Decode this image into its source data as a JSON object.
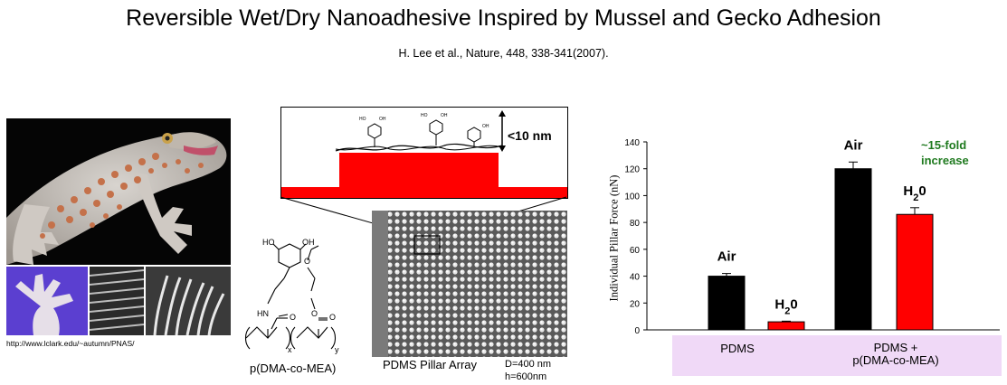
{
  "title": "Reversible Wet/Dry Nanoadhesive Inspired by Mussel and Gecko Adhesion",
  "citation": "H. Lee et al., Nature, 448, 338-341(2007).",
  "photos": {
    "credit": "http://www.lclark.edu/~autumn/PNAS/"
  },
  "inset": {
    "height_label": "<10 nm",
    "catechol_labels": [
      "HO",
      "OH"
    ]
  },
  "structure": {
    "label": "p(DMA-co-MEA)",
    "ho": "HO",
    "oh": "OH",
    "hn": "HN",
    "o1": "O",
    "o2": "O",
    "o3": "O",
    "sub_x": "x",
    "sub_y": "y"
  },
  "sem": {
    "label": "PDMS Pillar Array",
    "dim_d": "D=400 nm",
    "dim_h": "h=600nm"
  },
  "colors": {
    "red": "#ff0000",
    "black": "#000000",
    "band": "#f0d9f7",
    "green": "#1f7a1f"
  },
  "chart_data": {
    "type": "bar",
    "ylabel": "Individual Pillar Force (nN)",
    "ylim": [
      0,
      140
    ],
    "yticks": [
      0,
      20,
      40,
      60,
      80,
      100,
      120,
      140
    ],
    "categories": [
      "PDMS",
      "PDMS + p(DMA-co-MEA)"
    ],
    "series": [
      {
        "name": "Air",
        "color": "#000000",
        "values": [
          40,
          120
        ],
        "errors": [
          2,
          5
        ]
      },
      {
        "name": "H20",
        "color": "#ff0000",
        "values": [
          6,
          86
        ],
        "errors": [
          0.5,
          5
        ]
      }
    ],
    "bar_labels": {
      "air": "Air",
      "water": "H",
      "water_sub": "2",
      "water_tail": "0"
    },
    "annotation_line1": "~15-fold",
    "annotation_line2": "increase",
    "category_label_1": "PDMS",
    "category_label_2a": "PDMS +",
    "category_label_2b": "p(DMA-co-MEA)"
  }
}
